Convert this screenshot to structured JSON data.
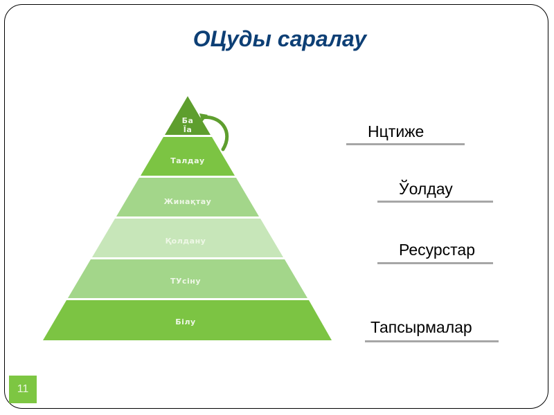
{
  "slide": {
    "title": "ОЦуды саралау",
    "number": "11"
  },
  "pyramid": {
    "layers": [
      {
        "label_line1": "Ба",
        "label_line2": "Їа",
        "color": "#5e9e2e"
      },
      {
        "label": "Талдау",
        "color": "#7cc443"
      },
      {
        "label": "Жинақтау",
        "color": "#a3d68a"
      },
      {
        "label": "Қолдану",
        "color": "#c7e6b9"
      },
      {
        "label": "ТУсіну",
        "color": "#a3d68a"
      },
      {
        "label": "Білу",
        "color": "#7cc443"
      }
    ],
    "cycle_arrow_color": "#5e9e2e"
  },
  "outcomes": [
    {
      "label": "Нцтиже"
    },
    {
      "label": "Ўолдау"
    },
    {
      "label": "Ресурстар"
    },
    {
      "label": "Тапсырмалар"
    }
  ],
  "colors": {
    "title": "#0d3f75",
    "underline": "#a6a6a6",
    "slide_number_bg": "#7dc642"
  }
}
